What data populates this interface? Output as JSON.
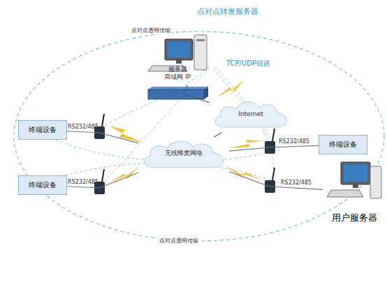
{
  "diagram": {
    "nodes": [
      {
        "text": [
          "点对点转发服务器",
          "服务器 局域网 IP"
        ]
      },
      {
        "text": [
          "Internet"
        ]
      },
      {
        "text": [
          "无线蜂窝网络"
        ]
      },
      {
        "text": [
          "终端设备"
        ]
      },
      {
        "text": [
          "终端设备"
        ]
      },
      {
        "text": [
          "终端设备"
        ]
      },
      {
        "text": [
          "用户服务器"
        ]
      }
    ],
    "edges": [
      {
        "from": 0,
        "to": 1,
        "label": "TCP/UDP链路",
        "arrow": "none"
      },
      {
        "from": 1,
        "to": 2,
        "arrow": "none"
      },
      {
        "from": 3,
        "to": 2,
        "label": "RS232/485",
        "arrow": "none"
      },
      {
        "from": 4,
        "to": 2,
        "label": "RS232/485",
        "arrow": "none"
      },
      {
        "from": 5,
        "to": 2,
        "label": "RS232/485",
        "arrow": "none"
      },
      {
        "from": 6,
        "to": 2,
        "label": "RS232/485",
        "arrow": "none"
      }
    ],
    "labels": [
      "点对点透明传输",
      "点对点透明传输"
    ]
  }
}
